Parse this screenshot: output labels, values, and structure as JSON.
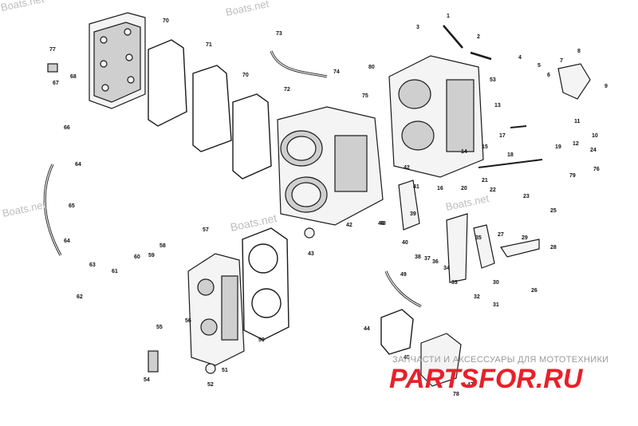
{
  "watermarks": {
    "top_left": "Boats.net",
    "top_right": "Boats.net",
    "left": "Boats.net",
    "center": "Boats.net",
    "middle_right": "Boats.net"
  },
  "shop_banner": {
    "tagline": "ЗАПЧАСТИ И АКСЕССУАРЫ ДЛЯ МОТОТЕХНИКИ",
    "domain_part1": "PARTS",
    "domain_part2": "FOR.RU",
    "colors": {
      "red": "#e8202a",
      "gray": "#bcbcbc"
    }
  },
  "callouts": {
    "n1": "1",
    "n2": "2",
    "n3": "3",
    "n4": "4",
    "n5": "5",
    "n6": "6",
    "n7": "7",
    "n8": "8",
    "n9": "9",
    "n10": "10",
    "n11": "11",
    "n12": "12",
    "n13": "13",
    "n14": "14",
    "n15": "15",
    "n16": "16",
    "n17": "17",
    "n18": "18",
    "n19": "19",
    "n20": "20",
    "n21": "21",
    "n22": "22",
    "n23": "23",
    "n24": "24",
    "n25": "25",
    "n26": "26",
    "n27": "27",
    "n28": "28",
    "n29": "29",
    "n30": "30",
    "n31": "31",
    "n32": "32",
    "n33": "33",
    "n34": "34",
    "n35": "35",
    "n36": "36",
    "n37": "37",
    "n38": "38",
    "n39": "39",
    "n40": "40",
    "n41": "41",
    "n42": "42",
    "n43": "43",
    "n44": "44",
    "n45": "45",
    "n46": "46",
    "n47": "47",
    "n48": "48",
    "n49": "49",
    "n50": "50",
    "n51": "51",
    "n52": "52",
    "n53": "53",
    "n54": "54",
    "n55": "55",
    "n56": "56",
    "n57": "57",
    "n58": "58",
    "n59": "59",
    "n60": "60",
    "n61": "61",
    "n62": "62",
    "n63": "63",
    "n64": "64",
    "n65": "65",
    "n66": "66",
    "n67": "67",
    "n68": "68",
    "n70": "70",
    "n71": "71",
    "n72": "72",
    "n73": "73",
    "n74": "74",
    "n75": "75",
    "n76": "76",
    "n77": "77",
    "n78": "78",
    "n79": "79",
    "n80": "80"
  }
}
